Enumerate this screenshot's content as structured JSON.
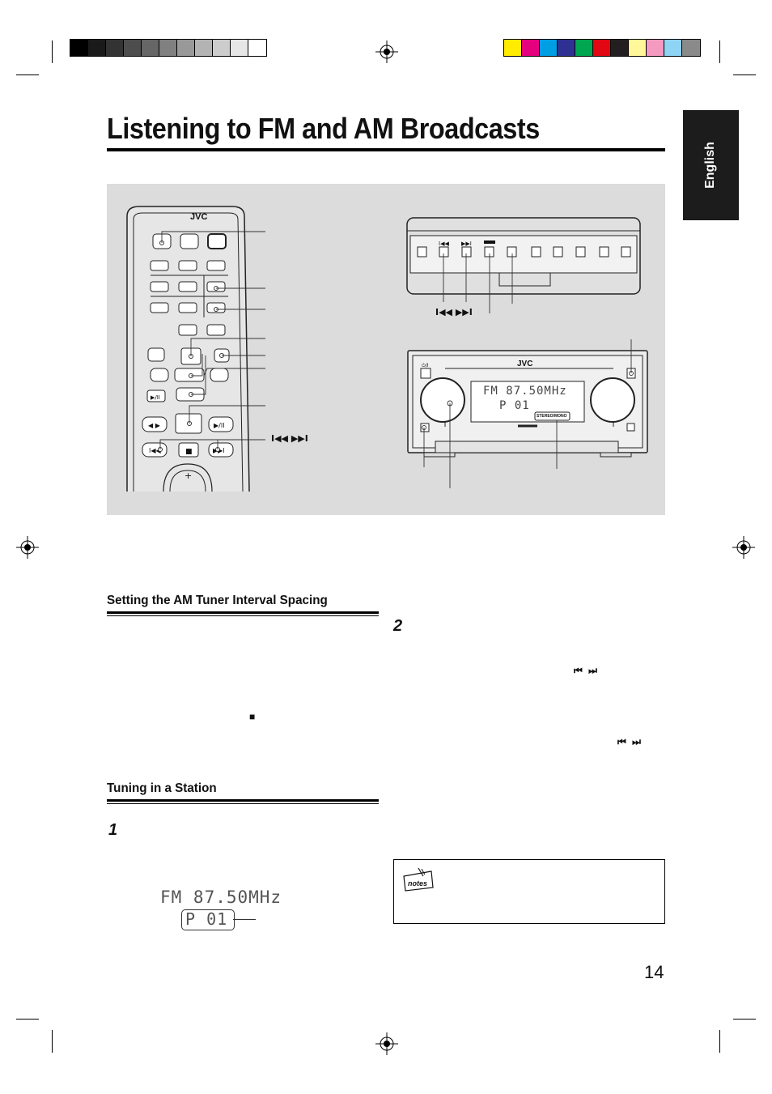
{
  "page": {
    "title": "Listening to FM and AM Broadcasts",
    "language_tab": "English",
    "page_number": "14"
  },
  "sections": [
    {
      "heading": "Setting the AM Tuner Interval Spacing"
    },
    {
      "heading": "Tuning in a Station"
    }
  ],
  "steps": [
    {
      "number": "1"
    },
    {
      "number": "2"
    }
  ],
  "display": {
    "line1": "FM 87.50MHz",
    "line2": "P 01",
    "stereo_mono_label": "STEREO/MONO"
  },
  "brand": "JVC",
  "symbols": {
    "skip_pair": "⏮ ⏭",
    "stop": "■",
    "play_pause": "▶/II",
    "standby": "⏻/I",
    "plus": "+"
  },
  "notes_icon_label": "notes",
  "colors": {
    "panel_bg": "#dcdcdc",
    "tab_bg": "#1c1c1c",
    "grays": [
      "#000000",
      "#1a1a1a",
      "#333333",
      "#4d4d4d",
      "#666666",
      "#808080",
      "#999999",
      "#b3b3b3",
      "#cccccc",
      "#e6e6e6",
      "#ffffff"
    ],
    "process": [
      "#ffec00",
      "#e5007e",
      "#009fe3",
      "#2e3192",
      "#00a650",
      "#e30613",
      "#231f20",
      "#fff799",
      "#f49ac1",
      "#8fd3f5",
      "#8a8a8a"
    ]
  }
}
